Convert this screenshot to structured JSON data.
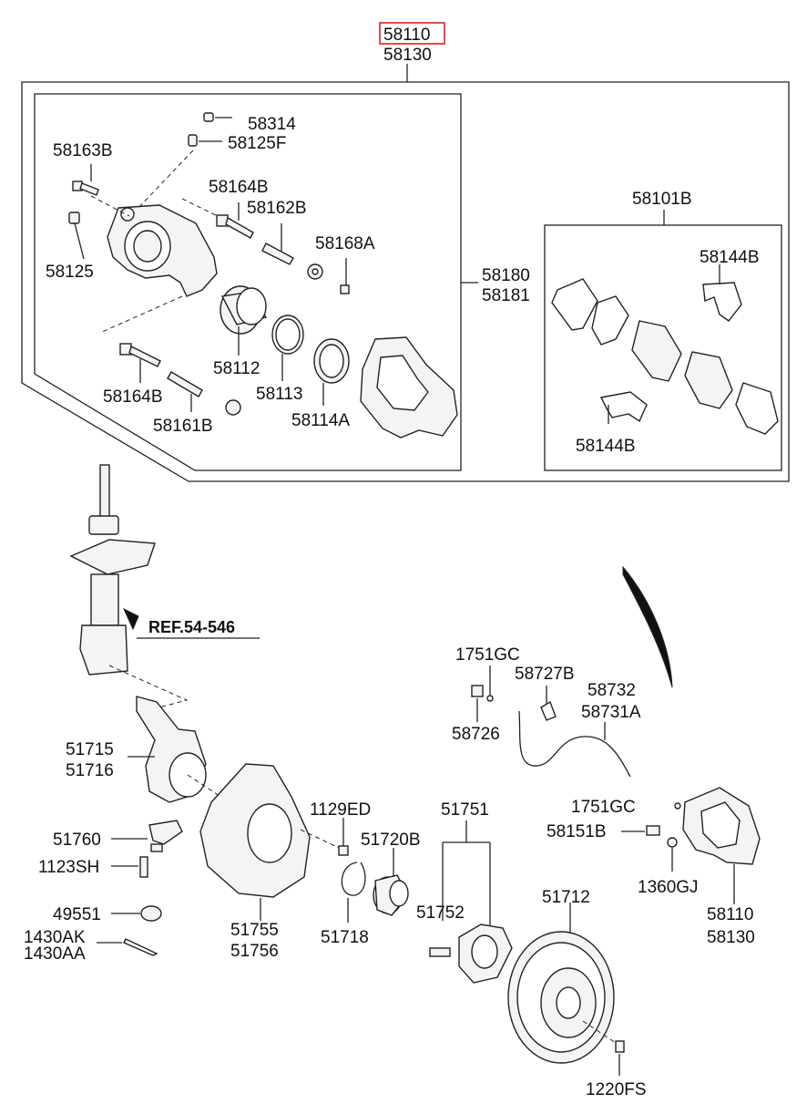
{
  "diagram": {
    "highlighted_part": "58110",
    "highlight_color": "#e0201c",
    "top_labels": {
      "caliper_assy": "58110",
      "caliper_assy_alt": "58130"
    },
    "caliper_kit": {
      "bleeder_cap": "58314",
      "bleeder_screw": "58125F",
      "guide_bolt_a": "58163B",
      "guide_bolt_b": "58164B",
      "guide_pin_a": "58162B",
      "boot_a": "58168A",
      "bushing": "58125",
      "piston": "58112",
      "piston_seal": "58113",
      "piston_boot": "58114A",
      "guide_bolt_c": "58164B",
      "guide_pin_b": "58161B",
      "carrier_a": "58180",
      "carrier_b": "58181"
    },
    "pad_kit": {
      "title": "58101B",
      "clip_upper": "58144B",
      "clip_lower": "58144B"
    },
    "strut_reference": "REF.54-546",
    "hose": {
      "clip_a": "1751GC",
      "clip_b": "58727B",
      "bolt": "58726",
      "hose_a": "58732",
      "hose_b": "58731A",
      "clip_c": "1751GC",
      "bolt_b": "58151B",
      "washer": "1360GJ",
      "caliper_a": "58110",
      "caliper_b": "58130"
    },
    "knuckle": {
      "knuckle_a": "51715",
      "knuckle_b": "51716",
      "ball_joint": "51760",
      "bolt": "1123SH",
      "nut": "49551",
      "pin_a": "1430AK",
      "pin_b": "1430AA"
    },
    "shield": {
      "shield_a": "51755",
      "shield_b": "51756",
      "screw": "1129ED"
    },
    "bearing": {
      "snap_ring": "51718",
      "bearing": "51720B"
    },
    "hub": {
      "hub_assy": "51751",
      "hub_bolt": "51752"
    },
    "disc": {
      "disc": "51712",
      "screw": "1220FS"
    }
  }
}
